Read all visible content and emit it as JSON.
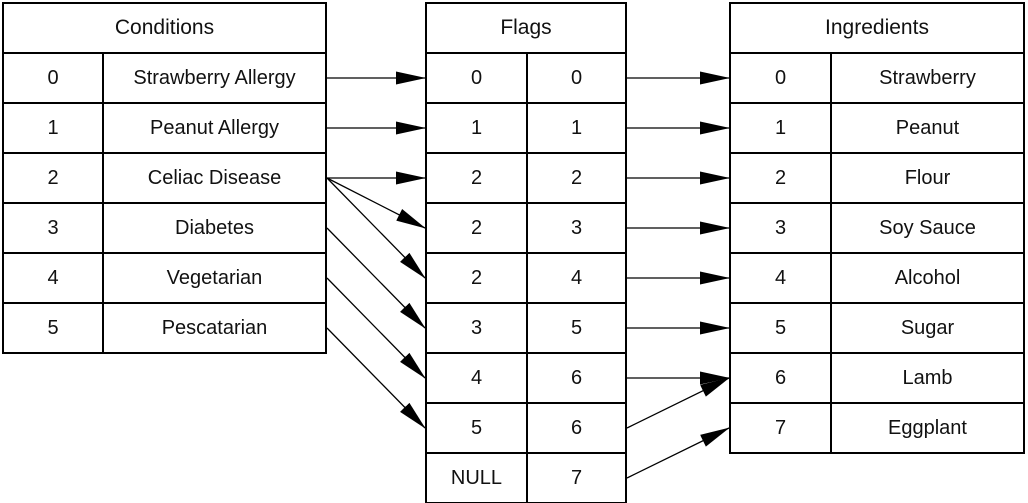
{
  "diagram": {
    "colors": {
      "background": "#ffffff",
      "border": "#000000",
      "text": "#111111",
      "arrow": "#000000"
    },
    "tables": {
      "conditions": {
        "title": "Conditions",
        "rows": [
          {
            "id": "0",
            "label": "Strawberry Allergy"
          },
          {
            "id": "1",
            "label": "Peanut Allergy"
          },
          {
            "id": "2",
            "label": "Celiac Disease"
          },
          {
            "id": "3",
            "label": "Diabetes"
          },
          {
            "id": "4",
            "label": "Vegetarian"
          },
          {
            "id": "5",
            "label": "Pescatarian"
          }
        ]
      },
      "flags": {
        "title": "Flags",
        "rows": [
          {
            "condition_id": "0",
            "ingredient_id": "0"
          },
          {
            "condition_id": "1",
            "ingredient_id": "1"
          },
          {
            "condition_id": "2",
            "ingredient_id": "2"
          },
          {
            "condition_id": "2",
            "ingredient_id": "3"
          },
          {
            "condition_id": "2",
            "ingredient_id": "4"
          },
          {
            "condition_id": "3",
            "ingredient_id": "5"
          },
          {
            "condition_id": "4",
            "ingredient_id": "6"
          },
          {
            "condition_id": "5",
            "ingredient_id": "6"
          },
          {
            "condition_id": "NULL",
            "ingredient_id": "7"
          }
        ]
      },
      "ingredients": {
        "title": "Ingredients",
        "rows": [
          {
            "id": "0",
            "label": "Strawberry"
          },
          {
            "id": "1",
            "label": "Peanut"
          },
          {
            "id": "2",
            "label": "Flour"
          },
          {
            "id": "3",
            "label": "Soy Sauce"
          },
          {
            "id": "4",
            "label": "Alcohol"
          },
          {
            "id": "5",
            "label": "Sugar"
          },
          {
            "id": "6",
            "label": "Lamb"
          },
          {
            "id": "7",
            "label": "Eggplant"
          }
        ]
      }
    },
    "links": {
      "conditions_to_flags": [
        {
          "from": 0,
          "to": 0
        },
        {
          "from": 1,
          "to": 1
        },
        {
          "from": 2,
          "to": 2
        },
        {
          "from": 2,
          "to": 3
        },
        {
          "from": 2,
          "to": 4
        },
        {
          "from": 3,
          "to": 5
        },
        {
          "from": 4,
          "to": 6
        },
        {
          "from": 5,
          "to": 7
        }
      ],
      "flags_to_ingredients": [
        {
          "from": 0,
          "to": 0
        },
        {
          "from": 1,
          "to": 1
        },
        {
          "from": 2,
          "to": 2
        },
        {
          "from": 3,
          "to": 3
        },
        {
          "from": 4,
          "to": 4
        },
        {
          "from": 5,
          "to": 5
        },
        {
          "from": 6,
          "to": 6
        },
        {
          "from": 7,
          "to": 6
        },
        {
          "from": 8,
          "to": 7
        }
      ]
    }
  }
}
